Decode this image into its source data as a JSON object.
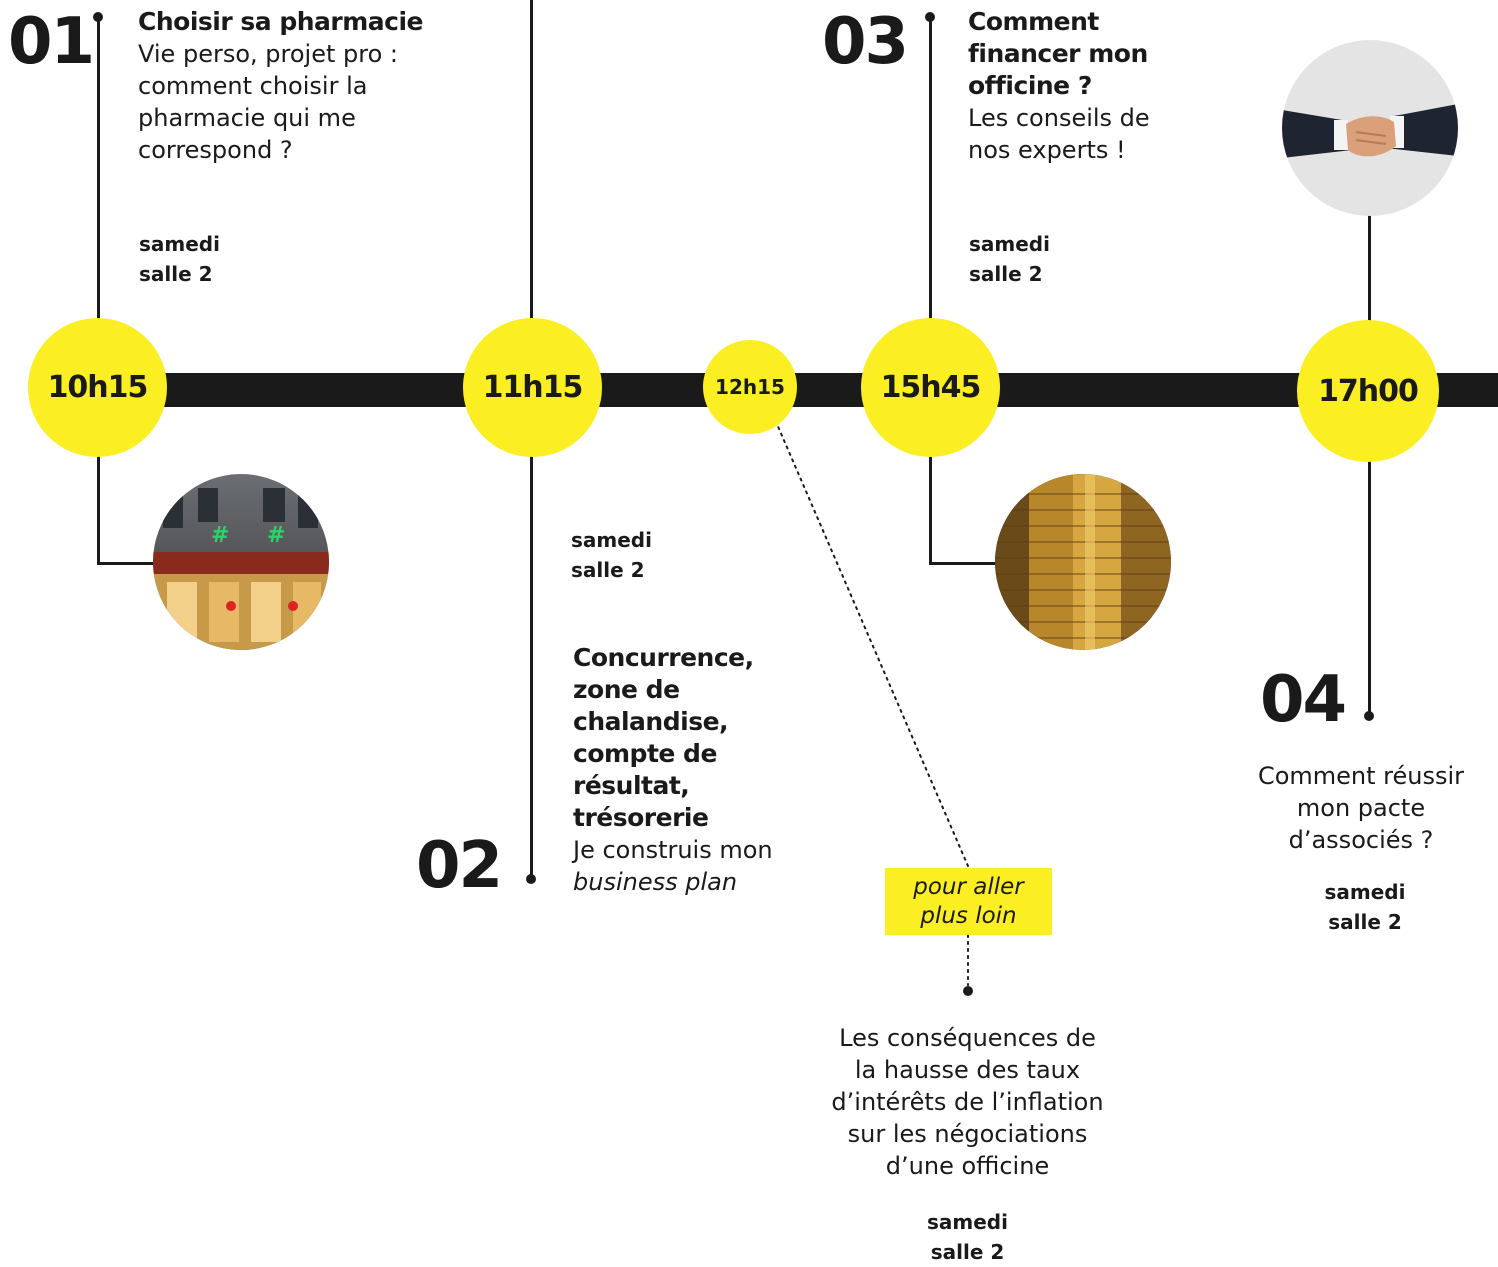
{
  "colors": {
    "accent": "#fbee23",
    "ink": "#1a1a1a"
  },
  "timeline": {
    "times": [
      "10h15",
      "11h15",
      "12h15",
      "15h45",
      "17h00"
    ]
  },
  "sessions": [
    {
      "number": "01",
      "title": "Choisir sa pharmacie",
      "description_lines": [
        "Vie perso, projet pro :",
        "comment choisir la",
        "pharmacie qui me",
        "correspond ?"
      ],
      "day": "samedi",
      "room": "salle 2",
      "image_icon": "pharmacy-storefront-photo"
    },
    {
      "number": "02",
      "title_lines": [
        "Concurrence,",
        "zone de",
        "chalandise,",
        "compte de",
        "résultat,",
        "trésorerie"
      ],
      "description_lines": [
        "Je construis mon",
        "business plan"
      ],
      "day": "samedi",
      "room": "salle 2"
    },
    {
      "number": "03",
      "title_lines": [
        "Comment",
        "financer mon",
        "officine ?"
      ],
      "description_lines": [
        "Les conseils de",
        "nos experts !"
      ],
      "day": "samedi",
      "room": "salle 2",
      "image_icon": "gold-coins-photo"
    },
    {
      "number": "04",
      "description_lines": [
        "Comment réussir",
        "mon pacte",
        "d’associés ?"
      ],
      "day": "samedi",
      "room": "salle 2",
      "image_icon": "handshake-photo"
    }
  ],
  "extra": {
    "label_lines": [
      "pour aller",
      "plus loin"
    ],
    "description_lines": [
      "Les conséquences de",
      "la hausse des taux",
      "d’intérêts de l’inflation",
      "sur les négociations",
      "d’une officine"
    ],
    "day": "samedi",
    "room": "salle 2"
  }
}
